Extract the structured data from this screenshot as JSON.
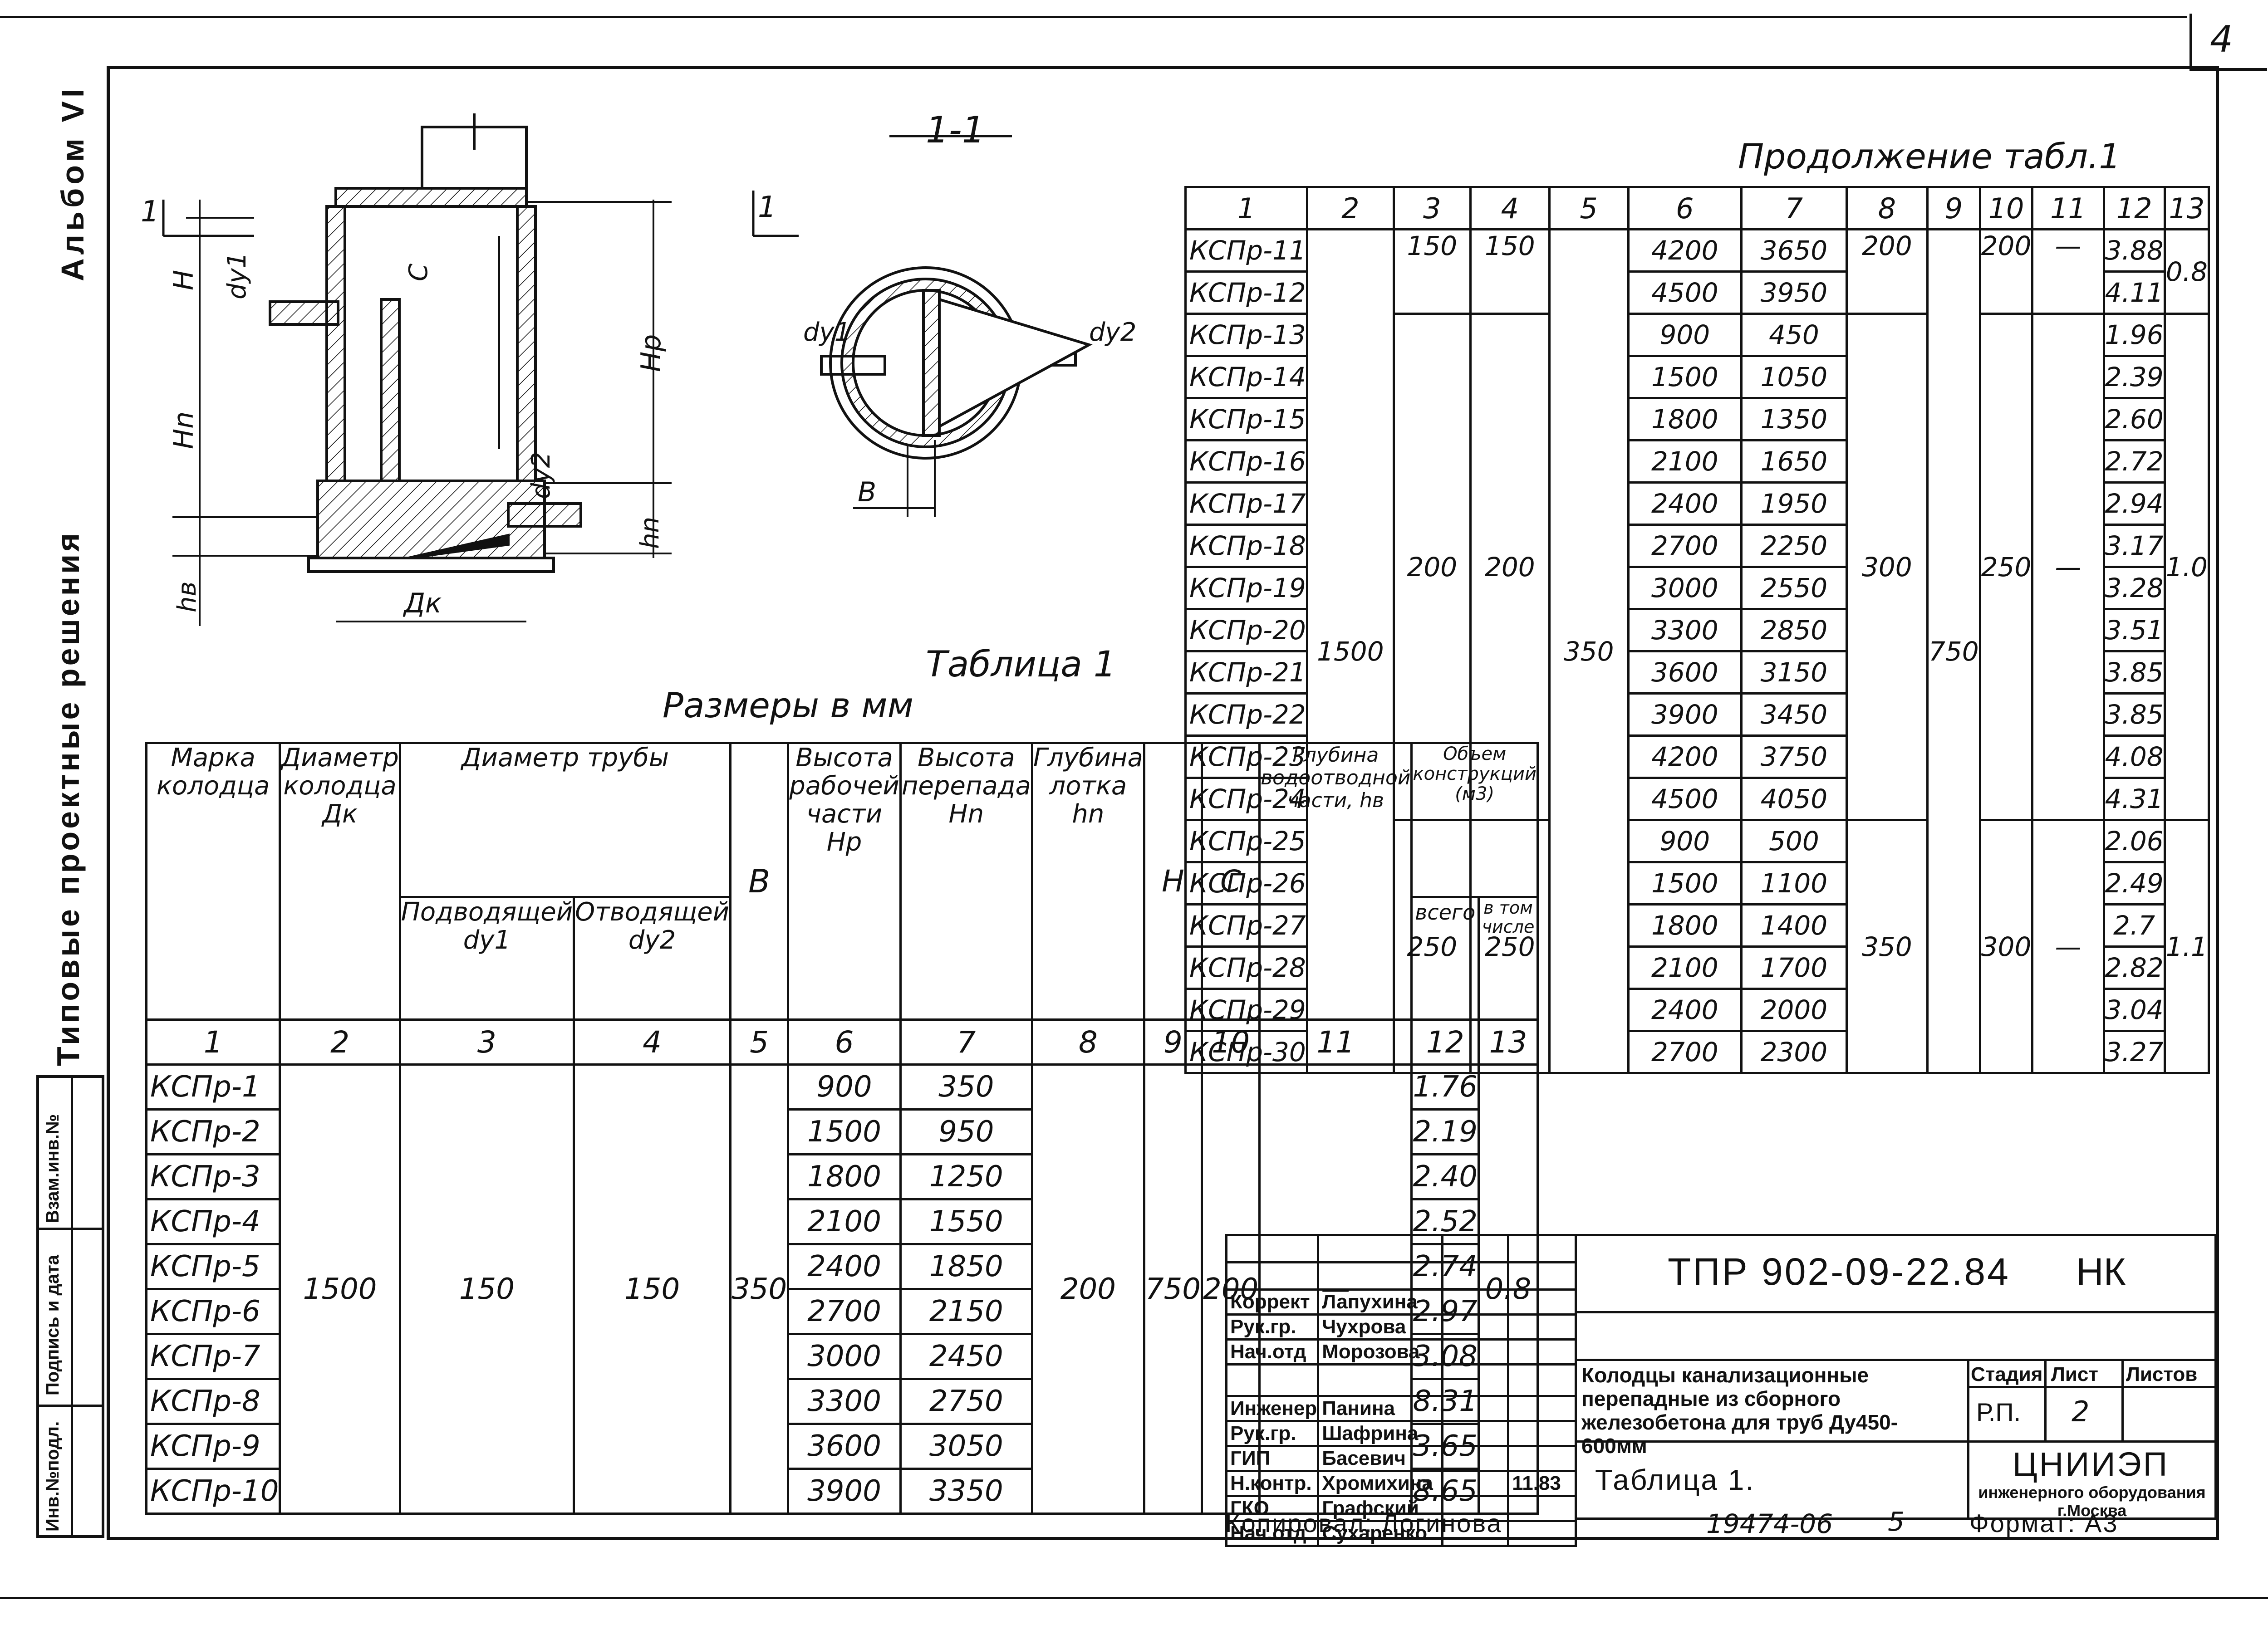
{
  "sheet": {
    "corner_number": "4",
    "album": "Альбом VI",
    "series": "Типовые проектные решения"
  },
  "side_stamp": [
    "Инв.№подл.",
    "Подпись и дата",
    "Взам.инв.№"
  ],
  "drawing": {
    "section_title": "1-1",
    "labels": {
      "cut_mark": "1",
      "H": "H",
      "dy1": "dy1",
      "C": "C",
      "Hp": "Hp",
      "Hn": "Hn",
      "dy2": "dy2",
      "hn": "hn",
      "hv": "hв",
      "Dk": "Дк",
      "B": "B"
    }
  },
  "table1": {
    "caption": "Таблица 1",
    "subtitle": "Размеры в мм",
    "headers": {
      "mark": "Марка колодца",
      "diam": "Диаметр колодца Дк",
      "pipe": "Диаметр трубы",
      "pipe_in": "Подводящей dy1",
      "pipe_out": "Отводящей dy2",
      "B": "B",
      "hr": "Высота рабочей части Hp",
      "hn": "Высота перепада Hn",
      "tray": "Глубина лотка hn",
      "H": "H",
      "C": "C",
      "depth": "Глубина водоотводной части, hв",
      "volume": "Объем конструкций (м3)",
      "vol_total": "всего",
      "vol_incl": "в том числе"
    },
    "col_numbers": [
      "1",
      "2",
      "3",
      "4",
      "5",
      "6",
      "7",
      "8",
      "9",
      "10",
      "11",
      "12",
      "13"
    ],
    "shared": {
      "diam": "1500",
      "dy1": "150",
      "dy2": "150",
      "B": "350",
      "tray": "200",
      "H": "750",
      "C": "200",
      "depth": "—",
      "vol13": "0.8"
    },
    "rows": [
      {
        "mark": "КСПр-1",
        "hr": "900",
        "hn": "350",
        "v": "1.76"
      },
      {
        "mark": "КСПр-2",
        "hr": "1500",
        "hn": "950",
        "v": "2.19"
      },
      {
        "mark": "КСПр-3",
        "hr": "1800",
        "hn": "1250",
        "v": "2.40"
      },
      {
        "mark": "КСПр-4",
        "hr": "2100",
        "hn": "1550",
        "v": "2.52"
      },
      {
        "mark": "КСПр-5",
        "hr": "2400",
        "hn": "1850",
        "v": "2.74"
      },
      {
        "mark": "КСПр-6",
        "hr": "2700",
        "hn": "2150",
        "v": "2.97"
      },
      {
        "mark": "КСПр-7",
        "hr": "3000",
        "hn": "2450",
        "v": "3.08"
      },
      {
        "mark": "КСПр-8",
        "hr": "3300",
        "hn": "2750",
        "v": "8.31"
      },
      {
        "mark": "КСПр-9",
        "hr": "3600",
        "hn": "3050",
        "v": "3.65"
      },
      {
        "mark": "КСПр-10",
        "hr": "3900",
        "hn": "3350",
        "v": "8.65"
      }
    ]
  },
  "table2": {
    "caption": "Продолжение табл.1",
    "col_numbers": [
      "1",
      "2",
      "3",
      "4",
      "5",
      "6",
      "7",
      "8",
      "9",
      "10",
      "11",
      "12",
      "13"
    ],
    "groups": {
      "g1": {
        "dy1": "150",
        "dy2": "150",
        "c8": "200",
        "c10": "200",
        "c11": "—",
        "c13": "0.8"
      },
      "g2": {
        "dy1": "200",
        "dy2": "200",
        "c8": "300",
        "c10": "250",
        "c11": "—",
        "c13": "1.0"
      },
      "g3": {
        "dy1": "250",
        "dy2": "250",
        "c8": "350",
        "c10": "300",
        "c11": "—",
        "c13": "1.1"
      },
      "diam": "1500",
      "B": "350",
      "c9": "750"
    },
    "rows": [
      {
        "mark": "КСПр-11",
        "hr": "4200",
        "hn": "3650",
        "v": "3.88"
      },
      {
        "mark": "КСПр-12",
        "hr": "4500",
        "hn": "3950",
        "v": "4.11"
      },
      {
        "mark": "КСПр-13",
        "hr": "900",
        "hn": "450",
        "v": "1.96"
      },
      {
        "mark": "КСПр-14",
        "hr": "1500",
        "hn": "1050",
        "v": "2.39"
      },
      {
        "mark": "КСПр-15",
        "hr": "1800",
        "hn": "1350",
        "v": "2.60"
      },
      {
        "mark": "КСПр-16",
        "hr": "2100",
        "hn": "1650",
        "v": "2.72"
      },
      {
        "mark": "КСПр-17",
        "hr": "2400",
        "hn": "1950",
        "v": "2.94"
      },
      {
        "mark": "КСПр-18",
        "hr": "2700",
        "hn": "2250",
        "v": "3.17"
      },
      {
        "mark": "КСПр-19",
        "hr": "3000",
        "hn": "2550",
        "v": "3.28"
      },
      {
        "mark": "КСПр-20",
        "hr": "3300",
        "hn": "2850",
        "v": "3.51"
      },
      {
        "mark": "КСПр-21",
        "hr": "3600",
        "hn": "3150",
        "v": "3.85"
      },
      {
        "mark": "КСПр-22",
        "hr": "3900",
        "hn": "3450",
        "v": "3.85"
      },
      {
        "mark": "КСПр-23",
        "hr": "4200",
        "hn": "3750",
        "v": "4.08"
      },
      {
        "mark": "КСПр-24",
        "hr": "4500",
        "hn": "4050",
        "v": "4.31"
      },
      {
        "mark": "КСПр-25",
        "hr": "900",
        "hn": "500",
        "v": "2.06"
      },
      {
        "mark": "КСПр-26",
        "hr": "1500",
        "hn": "1100",
        "v": "2.49"
      },
      {
        "mark": "КСПр-27",
        "hr": "1800",
        "hn": "1400",
        "v": "2.7"
      },
      {
        "mark": "КСПр-28",
        "hr": "2100",
        "hn": "1700",
        "v": "2.82"
      },
      {
        "mark": "КСПр-29",
        "hr": "2400",
        "hn": "2000",
        "v": "3.04"
      },
      {
        "mark": "КСПр-30",
        "hr": "2700",
        "hn": "2300",
        "v": "3.27"
      }
    ]
  },
  "stamp": {
    "code": "ТПР 902-09-22.84",
    "suffix": "НК",
    "people": [
      {
        "role": "Коррект",
        "name": "Лапухина",
        "date": ""
      },
      {
        "role": "Рук.гр.",
        "name": "Чухрова",
        "date": ""
      },
      {
        "role": "Нач.отд",
        "name": "Морозова",
        "date": ""
      },
      {
        "role": "Инженер",
        "name": "Панина",
        "date": ""
      },
      {
        "role": "Рук.гр.",
        "name": "Шафрина",
        "date": ""
      },
      {
        "role": "ГИП",
        "name": "Басевич",
        "date": ""
      },
      {
        "role": "Н.контр.",
        "name": "Хромихина",
        "date": "11.83"
      },
      {
        "role": "ГКО",
        "name": "Графский",
        "date": ""
      },
      {
        "role": "Нач.отд",
        "name": "Сухаренко",
        "date": ""
      }
    ],
    "title": "Колодцы канализационные перепадные из сборного железобетона для труб Ду450-600мм",
    "sheet_title": "Таблица 1.",
    "stage_label": "Стадия",
    "sheet_label": "Лист",
    "sheets_label": "Листов",
    "stage": "Р.П.",
    "sheet": "2",
    "sheets": "",
    "org": "ЦНИИЭП",
    "org_sub": "инженерного оборудования г.Москва"
  },
  "footer": {
    "copied": "Копировал: Логинова",
    "inv": "19474-06",
    "page": "5",
    "format": "Формат: А3"
  }
}
